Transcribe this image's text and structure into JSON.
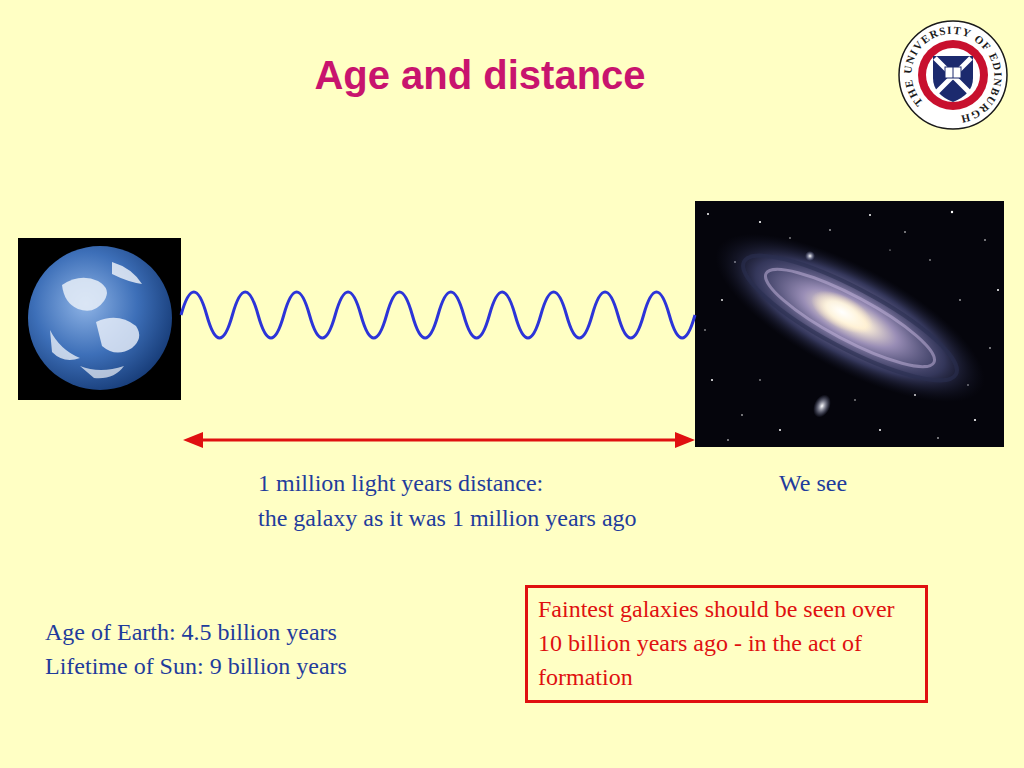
{
  "diagram": {
    "title": "Age and distance",
    "nodes": [
      {
        "text": [
          "Faintest galaxies should be seen over 10 billion years ago - in the act of formation"
        ]
      }
    ],
    "labels": [
      "1 million light years distance:",
      "the galaxy as it was 1 million years ago",
      "We see",
      "Age of Earth: 4.5 billion years",
      "Lifetime of Sun: 9 billion years",
      "THE UNIVERSITY OF EDINBURGH"
    ]
  }
}
